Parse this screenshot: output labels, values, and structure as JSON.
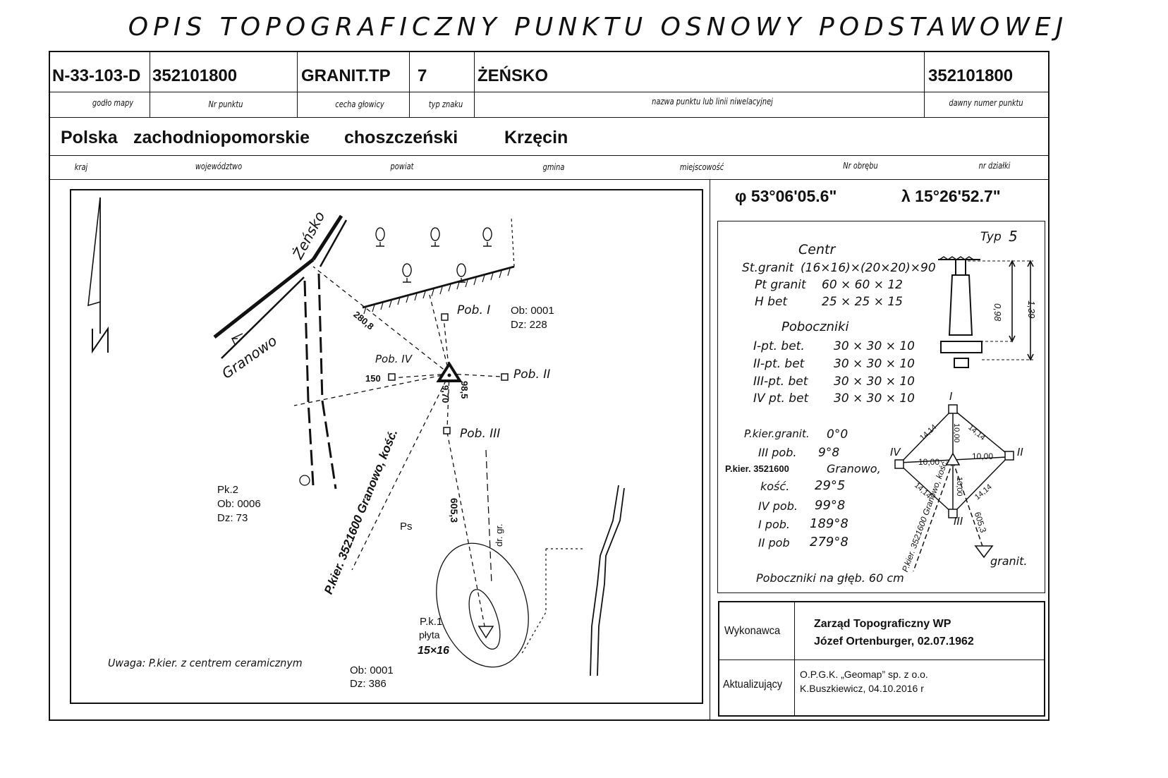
{
  "title": "OPIS TOPOGRAFICZNY PUNKTU OSNOWY PODSTAWOWEJ",
  "header": {
    "godlo": "N-33-103-D",
    "nr_punktu": "352101800",
    "cecha": "GRANIT.TP",
    "typ": "7",
    "nazwa": "ŻEŃSKO",
    "dawny_numer": "352101800"
  },
  "header_captions": {
    "godlo": "godło mapy",
    "nr_punktu": "Nr punktu",
    "cecha": "cecha głowicy",
    "typ": "typ znaku",
    "nazwa": "nazwa punktu lub linii niwelacyjnej",
    "dawny_numer": "dawny numer punktu"
  },
  "location": {
    "kraj": "Polska",
    "wojewodztwo": "zachodniopomorskie",
    "powiat": "choszczeński",
    "gmina": "Krzęcin"
  },
  "location_captions": {
    "kraj": "kraj",
    "wojewodztwo": "województwo",
    "powiat": "powiat",
    "gmina": "gmina",
    "miejscowosc": "miejscowość",
    "nr_obrebu": "Nr obrębu",
    "nr_dzialki": "nr działki"
  },
  "coords": {
    "phi": "φ 53°06'05.6\"",
    "lambda": "λ 15°26'52.7\""
  },
  "centr": {
    "typ_label": "Typ",
    "typ_value": "5",
    "heading": "Centr",
    "lines": [
      [
        "St.granit",
        "(16×16)×(20×20)×90"
      ],
      [
        "Pt granit",
        "60 × 60 × 12"
      ],
      [
        "H bet",
        "25 × 25 × 15"
      ]
    ],
    "poboczniki_heading": "Poboczniki",
    "poboczniki": [
      [
        "I-pt. bet.",
        "30 × 30 × 10"
      ],
      [
        "II-pt. bet",
        "30 × 30 × 10"
      ],
      [
        "III-pt. bet",
        "30 × 30 × 10"
      ],
      [
        "IV pt. bet",
        "30 × 30 × 10"
      ]
    ],
    "kierunki": [
      [
        "P.kier.granit.",
        "0°0"
      ],
      [
        "III pob.",
        "9°8"
      ],
      [
        "P.kier. 3521600",
        "Granowo,"
      ],
      [
        "kość.",
        "29°5"
      ],
      [
        "IV pob.",
        "99°8"
      ],
      [
        "I pob.",
        "189°8"
      ],
      [
        "II pob",
        "279°8"
      ]
    ],
    "note": "Poboczniki na głęb. 60 cm",
    "depth1": "0,98",
    "depth2": "1,39"
  },
  "mini_diagram": {
    "labels": [
      "I",
      "II",
      "III",
      "IV"
    ],
    "dist_tens": "10,00",
    "dist_diag": "14,14",
    "dist_kier": "605,3",
    "kier_label": "P.kier. 3521600 Granowo, kość.",
    "granit": "granit."
  },
  "sketch": {
    "zensko": "Żeńsko",
    "granowo": "Granowo",
    "pob1": "Pob. I",
    "pob2": "Pob. II",
    "pob3": "Pob. III",
    "pob4": "Pob. IV",
    "ob1_line1": "Ob: 0001",
    "ob1_line2": "Dz: 228",
    "pk2_line1": "Pk.2",
    "pk2_line2": "Ob: 0006",
    "pk2_line3": "Dz: 73",
    "ps": "Ps",
    "pk1_line1": "P.k.1",
    "pk1_line2": "płyta",
    "pk1_line3": "15×16",
    "ob_bottom_line1": "Ob: 0001",
    "ob_bottom_line2": "Dz: 386",
    "uwaga": "Uwaga: P.kier. z centrem ceramicznym",
    "kier_road": "P.kier. 3521600 Granowo, kość.",
    "d_605": "605,3",
    "d_280": "280,8",
    "d_150": "150",
    "d_98": "98,5",
    "d_970": "9,70",
    "d_drgr": "dr. gr."
  },
  "footer": {
    "wykonawca_label": "Wykonawca",
    "wykonawca_line1": "Zarząd Topograficzny WP",
    "wykonawca_line2": "Józef Ortenburger, 02.07.1962",
    "aktualizujacy_label": "Aktualizujący",
    "aktualizujacy_line1": "O.P.G.K. „Geomap” sp. z o.o.",
    "aktualizujacy_line2": "K.Buszkiewicz, 04.10.2016 r"
  }
}
